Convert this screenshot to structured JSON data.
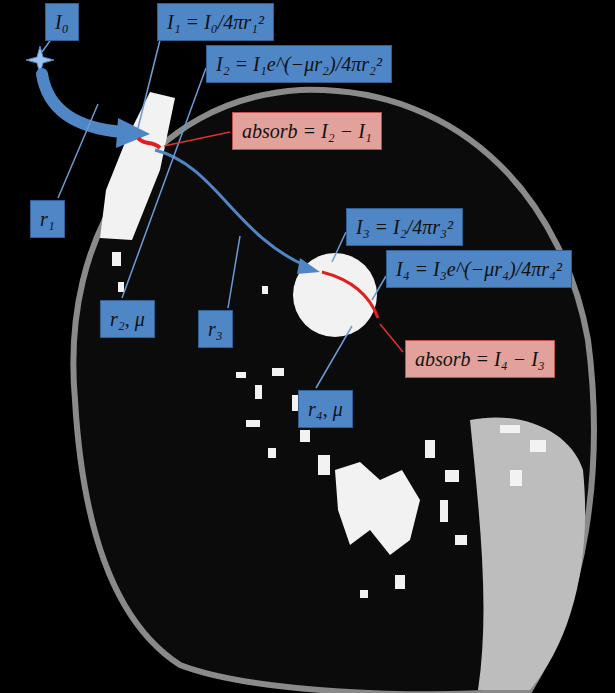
{
  "diagram": {
    "nodes": [
      {
        "text": [
          "I₀"
        ]
      },
      {
        "text": [
          "I₁ = I₀/4πr₁²"
        ]
      },
      {
        "text": [
          "I₂ = I₁e^(−μr₂)/4πr₂²"
        ]
      },
      {
        "text": [
          "absorb = I₂ − I₁"
        ]
      },
      {
        "text": [
          "r₁"
        ]
      },
      {
        "text": [
          "r₂, μ"
        ]
      },
      {
        "text": [
          "r₃"
        ]
      },
      {
        "text": [
          "I₃ = I₂/4πr₃²"
        ]
      },
      {
        "text": [
          "I₄ = I₃e^(−μr₄)/4πr₄²"
        ]
      },
      {
        "text": [
          "absorb = I₄ − I₃"
        ]
      },
      {
        "text": [
          "r₄, μ"
        ]
      }
    ]
  }
}
